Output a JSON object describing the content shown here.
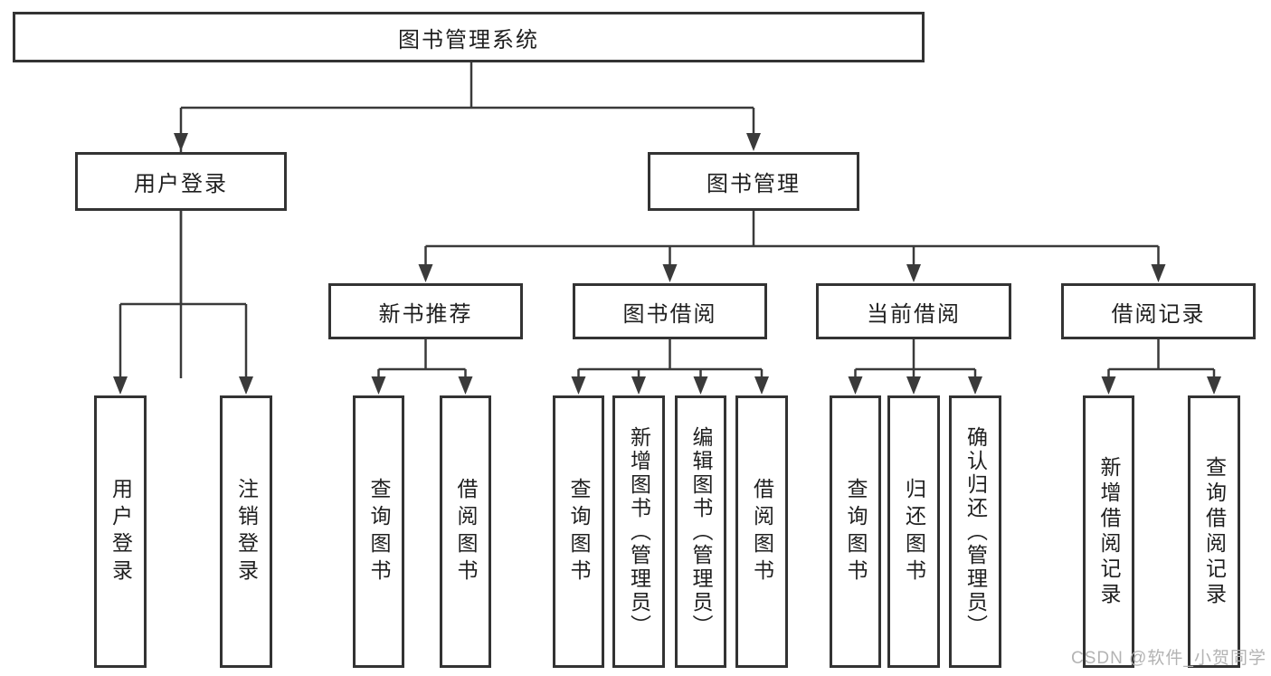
{
  "tree": {
    "label": "图书管理系统",
    "children": [
      {
        "label": "用户登录",
        "children": [
          {
            "label": "用户登录"
          },
          {
            "label": "注销登录"
          }
        ]
      },
      {
        "label": "图书管理",
        "children": [
          {
            "label": "新书推荐",
            "children": [
              {
                "label": "查询图书"
              },
              {
                "label": "借阅图书"
              }
            ]
          },
          {
            "label": "图书借阅",
            "children": [
              {
                "label": "查询图书"
              },
              {
                "label": "新增图书（管理员）"
              },
              {
                "label": "编辑图书（管理员）"
              },
              {
                "label": "借阅图书"
              }
            ]
          },
          {
            "label": "当前借阅",
            "children": [
              {
                "label": "查询图书"
              },
              {
                "label": "归还图书"
              },
              {
                "label": "确认归还（管理员）"
              }
            ]
          },
          {
            "label": "借阅记录",
            "children": [
              {
                "label": "新增借阅记录"
              },
              {
                "label": "查询借阅记录"
              }
            ]
          }
        ]
      }
    ]
  },
  "watermark": {
    "text": "CSDN @软件_小贺同学"
  },
  "colors": {
    "line": "#3a3a3a",
    "box_border": "#333333",
    "text": "#1f1f1f",
    "background": "#ffffff",
    "watermark": "#b3b3b3"
  }
}
